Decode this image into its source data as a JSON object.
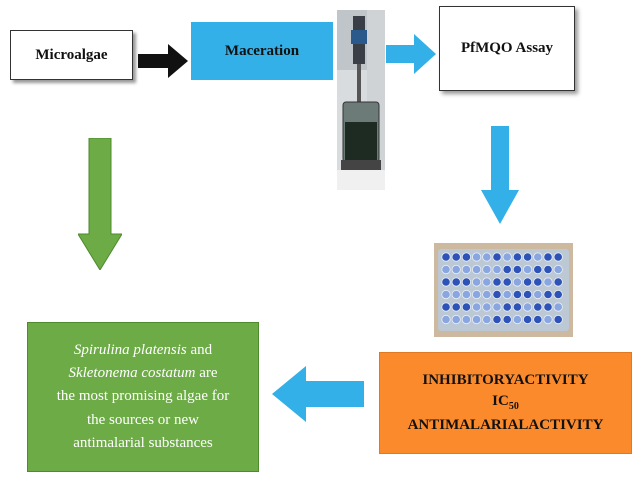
{
  "nodes": {
    "microalgae": "Microalgae",
    "maceration": "Maceration",
    "assay": "PfMQO Assay",
    "result": {
      "line1": "INHIBITORYACTIVITY",
      "line2_main": "IC",
      "line2_sub": "50",
      "line3": "ANTIMALARIALACTIVITY"
    },
    "conclusion": {
      "species1": "Spirulina platensis",
      "and": " and",
      "species2": "Skletonema costatum",
      "are": " are",
      "line3": "the most promising algae for",
      "line4": "the sources or new",
      "line5": "antimalarial substances"
    }
  },
  "colors": {
    "blue": "#33b0e8",
    "orange": "#fb8a2d",
    "green": "#6cab45",
    "black_arrow": "#111111"
  }
}
